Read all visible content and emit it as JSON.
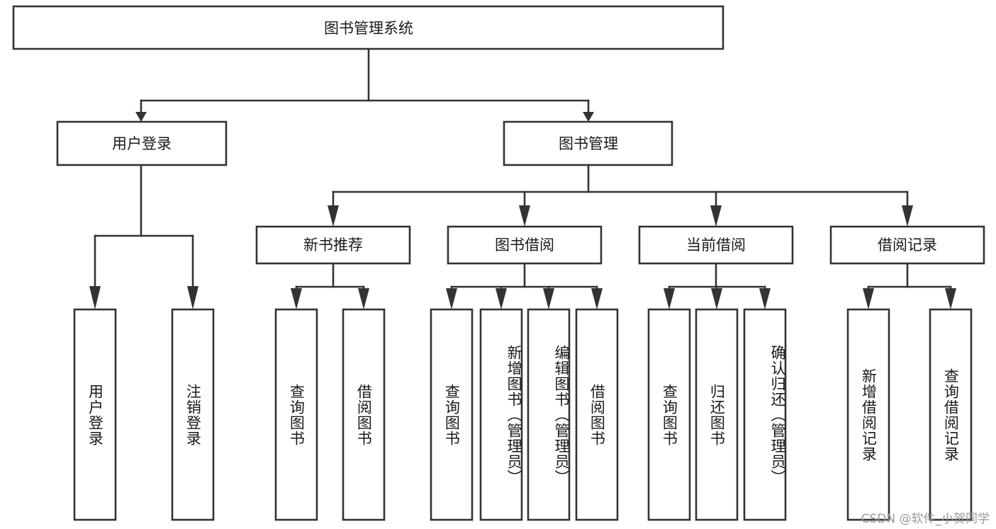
{
  "diagram": {
    "type": "tree",
    "title": "图书管理系统",
    "watermark": "CSDN @软件_小贺同学",
    "root": {
      "id": "root",
      "label": "图书管理系统",
      "orientation": "horizontal"
    },
    "level2": [
      {
        "id": "user-login",
        "label": "用户登录",
        "orientation": "horizontal"
      },
      {
        "id": "book-manage",
        "label": "图书管理",
        "orientation": "horizontal"
      }
    ],
    "level3": [
      {
        "id": "new-book-rec",
        "label": "新书推荐",
        "parent": "book-manage",
        "orientation": "horizontal"
      },
      {
        "id": "book-borrow",
        "label": "图书借阅",
        "parent": "book-manage",
        "orientation": "horizontal"
      },
      {
        "id": "current-borrow",
        "label": "当前借阅",
        "parent": "book-manage",
        "orientation": "horizontal"
      },
      {
        "id": "borrow-record",
        "label": "借阅记录",
        "parent": "book-manage",
        "orientation": "horizontal"
      }
    ],
    "leaves": [
      {
        "id": "leaf-user-login",
        "label": "用户登录",
        "parent": "user-login",
        "orientation": "vertical"
      },
      {
        "id": "leaf-logout",
        "label": "注销登录",
        "parent": "user-login",
        "orientation": "vertical"
      },
      {
        "id": "leaf-query-book-1",
        "label": "查询图书",
        "parent": "new-book-rec",
        "orientation": "vertical"
      },
      {
        "id": "leaf-borrow-book-1",
        "label": "借阅图书",
        "parent": "new-book-rec",
        "orientation": "vertical"
      },
      {
        "id": "leaf-query-book-2",
        "label": "查询图书",
        "parent": "book-borrow",
        "orientation": "vertical"
      },
      {
        "id": "leaf-add-book",
        "label": "新增图书（管理员）",
        "parent": "book-borrow",
        "orientation": "vertical"
      },
      {
        "id": "leaf-edit-book",
        "label": "编辑图书（管理员）",
        "parent": "book-borrow",
        "orientation": "vertical"
      },
      {
        "id": "leaf-borrow-book-2",
        "label": "借阅图书",
        "parent": "book-borrow",
        "orientation": "vertical"
      },
      {
        "id": "leaf-query-book-3",
        "label": "查询图书",
        "parent": "current-borrow",
        "orientation": "vertical"
      },
      {
        "id": "leaf-return-book",
        "label": "归还图书",
        "parent": "current-borrow",
        "orientation": "vertical"
      },
      {
        "id": "leaf-confirm-return",
        "label": "确认归还（管理员）",
        "parent": "current-borrow",
        "orientation": "vertical"
      },
      {
        "id": "leaf-add-record",
        "label": "新增借阅记录",
        "parent": "borrow-record",
        "orientation": "vertical"
      },
      {
        "id": "leaf-query-record",
        "label": "查询借阅记录",
        "parent": "borrow-record",
        "orientation": "vertical"
      }
    ],
    "colors": {
      "stroke": "#333333",
      "fill": "#ffffff",
      "text": "#1a1a1a",
      "watermark": "#9a9a9a"
    }
  }
}
